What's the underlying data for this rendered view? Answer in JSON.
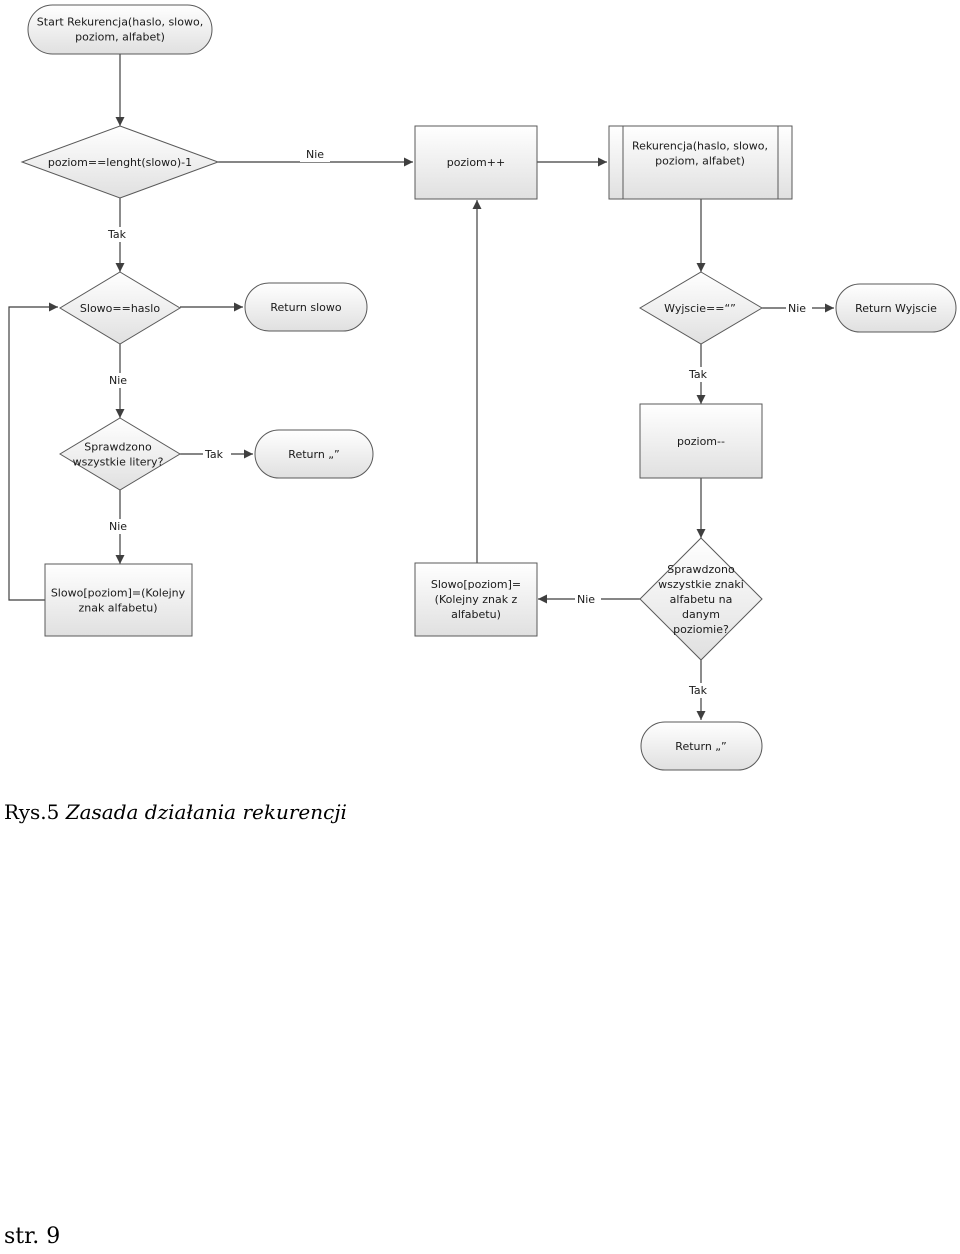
{
  "nodes": {
    "start": [
      "Start Rekurencja(haslo, slowo,",
      "poziom, alfabet)"
    ],
    "check_level": [
      "poziom==lenght(slowo)-1"
    ],
    "check_word": [
      "Slowo==haslo"
    ],
    "return_word": [
      "Return slowo"
    ],
    "checked_letters": [
      "Sprawdzono",
      "wszystkie litery?"
    ],
    "return_empty_1": [
      "Return „”"
    ],
    "set_letter_left": [
      "Slowo[poziom]=(Kolejny",
      "znak alfabetu)"
    ],
    "level_inc": [
      "poziom++"
    ],
    "recursion_call": [
      "Rekurencja(haslo, slowo,",
      "poziom, alfabet)"
    ],
    "check_output": [
      "Wyjscie==“”"
    ],
    "return_output": [
      "Return Wyjscie"
    ],
    "level_dec": [
      "poziom--"
    ],
    "checked_alphabet": [
      "Sprawdzono",
      "wszystkie znaki",
      "alfabetu na",
      "danym",
      "poziomie?"
    ],
    "set_letter_mid": [
      "Slowo[poziom]=",
      "(Kolejny znak z",
      "alfabetu)"
    ],
    "return_empty_2": [
      "Return „”"
    ]
  },
  "labels": {
    "nie_level": "Nie",
    "tak_level": "Tak",
    "nie_word": "Nie",
    "tak_letters": "Tak",
    "nie_letters": "Nie",
    "nie_output": "Nie",
    "tak_output": "Tak",
    "nie_alphabet": "Nie",
    "tak_alphabet": "Tak"
  },
  "caption": {
    "prefix": "Rys.5",
    "title": "Zasada działania rekurencji"
  },
  "page_number": "str. 9",
  "colors": {
    "fill_top": "#ffffff",
    "fill_bottom": "#e2e2e2",
    "stroke": "#595959",
    "line": "#3f3f3f"
  }
}
